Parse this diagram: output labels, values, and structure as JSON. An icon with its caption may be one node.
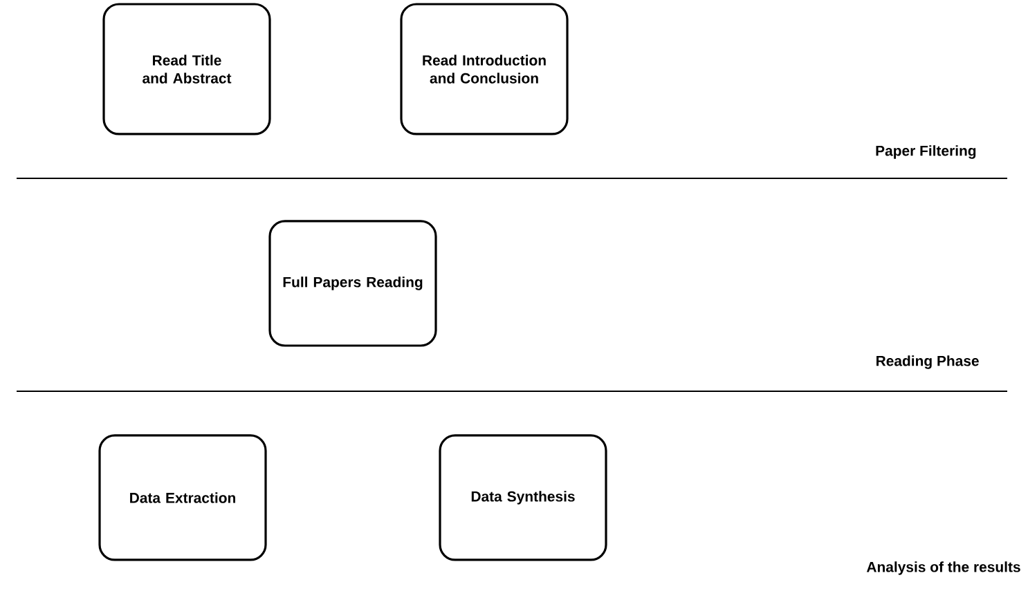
{
  "diagram": {
    "nodes": [
      {
        "text": [
          "Read Title and Abstract"
        ]
      },
      {
        "text": [
          "Read Introduction and Conclusion"
        ]
      },
      {
        "text": [
          "Full Papers Reading"
        ]
      },
      {
        "text": [
          "Data Extraction"
        ]
      },
      {
        "text": [
          "Data Synthesis"
        ]
      }
    ],
    "labels": [
      "Paper Filtering",
      "Reading Phase",
      "Analysis of the results"
    ]
  }
}
